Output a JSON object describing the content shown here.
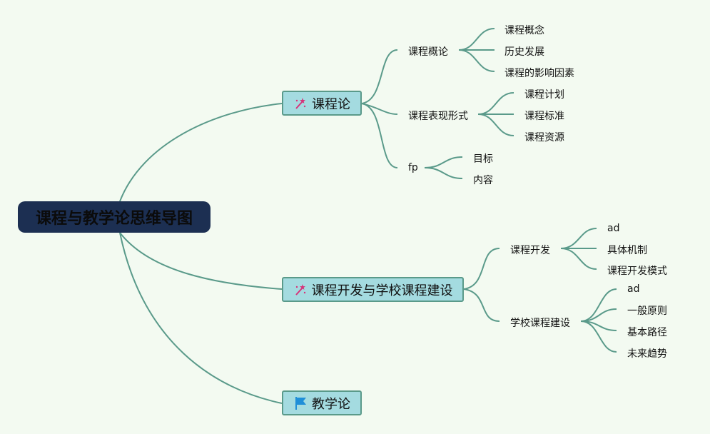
{
  "colors": {
    "background": "#f3faf1",
    "root_bg": "#1c2f52",
    "main_bg": "#a4dbe0",
    "line": "#5a9a8a",
    "flag": "#1f8fd8",
    "wand": "#d6337a"
  },
  "root": {
    "label": "课程与教学论思维导图"
  },
  "branches": [
    {
      "label": "课程论",
      "icon": "magic-wand-icon",
      "children": [
        {
          "label": "课程概论",
          "children": [
            "课程概念",
            "历史发展",
            "课程的影响因素"
          ]
        },
        {
          "label": "课程表现形式",
          "children": [
            "课程计划",
            "课程标准",
            "课程资源"
          ]
        },
        {
          "label": "fp",
          "children": [
            "目标",
            "内容"
          ]
        }
      ]
    },
    {
      "label": "课程开发与学校课程建设",
      "icon": "magic-wand-icon",
      "children": [
        {
          "label": "课程开发",
          "children": [
            "ad",
            "具体机制",
            "课程开发模式"
          ]
        },
        {
          "label": "学校课程建设",
          "children": [
            "ad",
            "一般原则",
            "基本路径",
            "未来趋势"
          ]
        }
      ]
    },
    {
      "label": "教学论",
      "icon": "flag-icon",
      "children": []
    }
  ]
}
